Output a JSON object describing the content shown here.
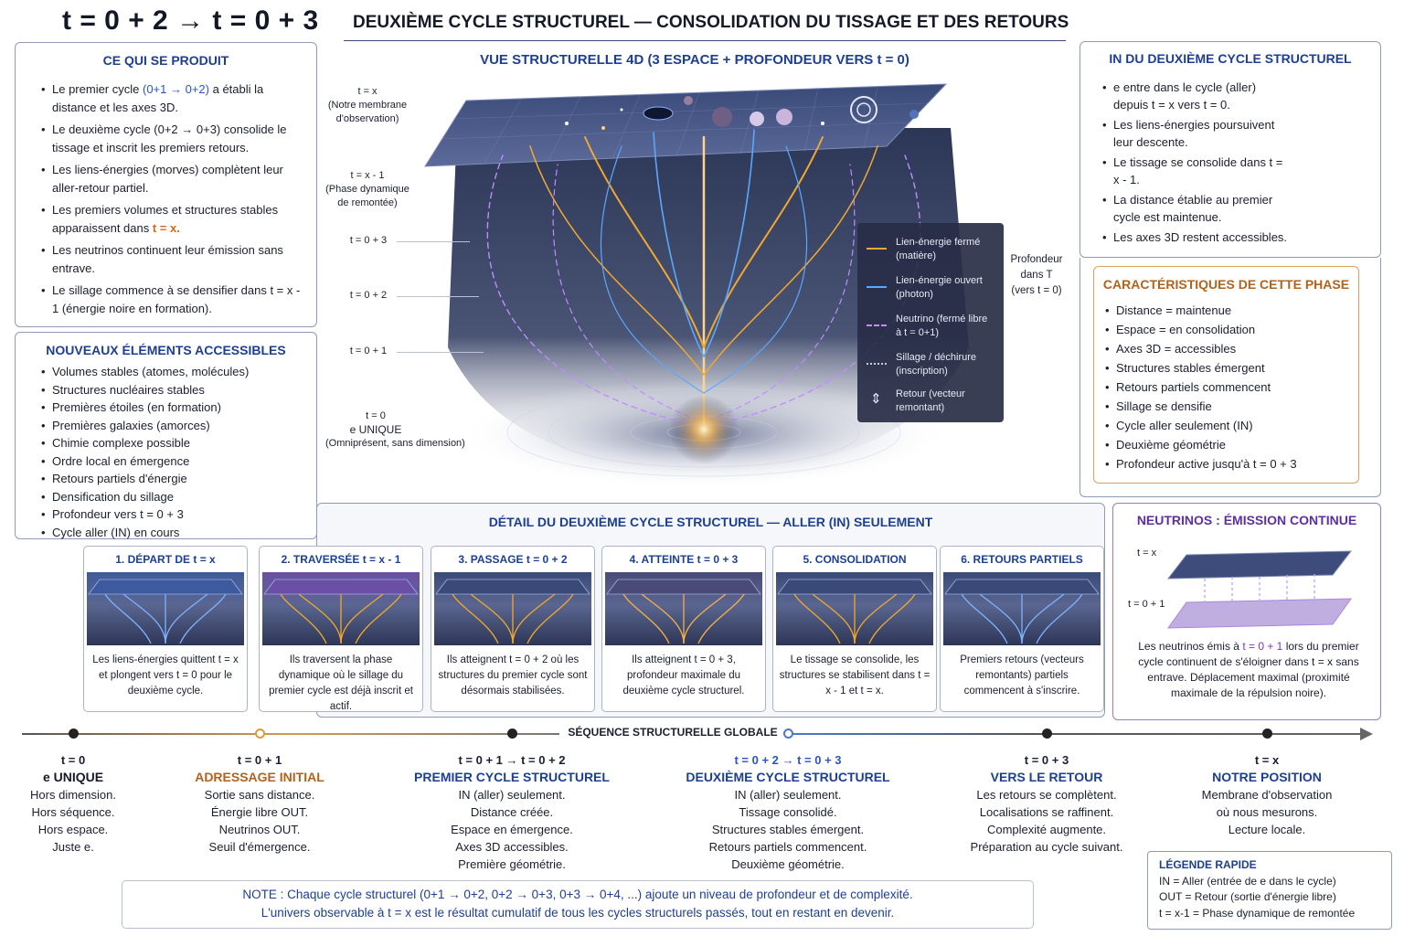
{
  "header": {
    "main": "t = 0 + 2  →  t = 0 + 3",
    "subtitle": "DEUXIÈME CYCLE STRUCTUREL — CONSOLIDATION DU TISSAGE ET DES RETOURS"
  },
  "left_top": {
    "title": "CE QUI SE PRODUIT",
    "items": [
      {
        "pre": "Le premier cycle ",
        "hl": "(0+1 → 0+2)",
        "post": " a établi la distance et les axes 3D."
      },
      {
        "pre": "Le deuxième cycle (0+2 → 0+3) consolide le tissage et inscrit les premiers retours.",
        "hl": "",
        "post": ""
      },
      {
        "pre": "Les liens-énergies (morves) complètent leur aller-retour partiel.",
        "hl": "",
        "post": ""
      },
      {
        "pre": "Les premiers volumes et structures stables apparaissent dans ",
        "hl": "t = x.",
        "post": ""
      },
      {
        "pre": "Les neutrinos continuent leur émission sans entrave.",
        "hl": "",
        "post": ""
      },
      {
        "pre": "Le sillage commence à se densifier dans t = x - 1 (énergie noire en formation).",
        "hl": "",
        "post": ""
      }
    ]
  },
  "left_bottom": {
    "title": "NOUVEAUX ÉLÉMENTS ACCESSIBLES",
    "items": [
      "Volumes stables (atomes, molécules)",
      "Structures nucléaires stables",
      "Premières étoiles (en formation)",
      "Premières galaxies (amorces)",
      "Chimie complexe possible",
      "Ordre local en émergence",
      "Retours partiels d'énergie",
      "Densification du sillage",
      "Profondeur vers t = 0 + 3",
      "Cycle aller (IN) en cours"
    ]
  },
  "diagram": {
    "title": "VUE STRUCTURELLE 4D (3 ESPACE + PROFONDEUR VERS t = 0)",
    "levels": [
      {
        "name": "t = x",
        "sub1": "(Notre membrane",
        "sub2": "d'observation)"
      },
      {
        "name": "t = x - 1",
        "sub1": "(Phase dynamique",
        "sub2": "de remontée)"
      },
      {
        "name": "t = 0 + 3",
        "sub1": "",
        "sub2": ""
      },
      {
        "name": "t = 0 + 2",
        "sub1": "",
        "sub2": ""
      },
      {
        "name": "t = 0 + 1",
        "sub1": "",
        "sub2": ""
      },
      {
        "name": "t = 0",
        "sub1": "e UNIQUE",
        "sub2": "(Omniprésent, sans dimension)"
      }
    ],
    "depth_label_1": "Profondeur",
    "depth_label_2": "dans T",
    "depth_label_3": "(vers t = 0)",
    "legend": [
      {
        "l1": "Lien-énergie fermé",
        "l2": "(matière)",
        "color": "#f0a830"
      },
      {
        "l1": "Lien-énergie ouvert",
        "l2": "(photon)",
        "color": "#5aa8ff"
      },
      {
        "l1": "Neutrino (fermé libre",
        "l2": "à t = 0+1)",
        "color": "#c08cff"
      },
      {
        "l1": "Sillage / déchirure",
        "l2": "(inscription)",
        "color": "#c8cde0"
      },
      {
        "l1": "Retour (vecteur",
        "l2": "remontant)",
        "color": "#ffffff"
      }
    ]
  },
  "right_top": {
    "title": "IN DU DEUXIÈME CYCLE STRUCTUREL",
    "items": [
      {
        "text": "e entre dans le cycle (aller) depuis t = x vers t = 0."
      },
      {
        "text": "Les liens-énergies poursuivent leur descente."
      },
      {
        "text": "Le tissage se consolide dans t = x - 1."
      },
      {
        "text": "La distance établie au premier cycle est maintenue."
      },
      {
        "text": "Les axes 3D restent accessibles."
      }
    ]
  },
  "right_mid": {
    "title": "CARACTÉRISTIQUES DE CETTE PHASE",
    "items": [
      "Distance = maintenue",
      "Espace = en consolidation",
      "Axes 3D = accessibles",
      "Structures stables émergent",
      "Retours partiels commencent",
      "Sillage se densifie",
      "Cycle aller seulement (IN)",
      "Deuxième géométrie",
      "Profondeur active jusqu'à t = 0 + 3"
    ]
  },
  "neutrinos": {
    "title": "NEUTRINOS : ÉMISSION CONTINUE",
    "label_top": "t = x",
    "label_bottom": "t = 0 + 1",
    "desc_pre": "Les neutrinos émis à ",
    "desc_hl": "t = 0 + 1",
    "desc_post": " lors du premier cycle continuent de s'éloigner dans t = x sans entrave. Déplacement maximal (proximité maximale de la répulsion noire)."
  },
  "steps": {
    "title": "DÉTAIL DU DEUXIÈME CYCLE STRUCTUREL — ALLER (IN) SEULEMENT",
    "items": [
      {
        "title": "1. DÉPART DE t = x",
        "desc": "Les liens-énergies quittent t = x et plongent vers t = 0 pour le deuxième cycle."
      },
      {
        "title": "2. TRAVERSÉE t = x - 1",
        "desc": "Ils traversent la phase dynamique où le sillage du premier cycle est déjà inscrit et actif."
      },
      {
        "title": "3. PASSAGE t = 0 + 2",
        "desc": "Ils atteignent t = 0 + 2 où les structures du premier cycle sont désormais stabilisées."
      },
      {
        "title": "4. ATTEINTE t = 0 + 3",
        "desc": "Ils atteignent t = 0 + 3, profondeur maximale du deuxième cycle structurel."
      },
      {
        "title": "5. CONSOLIDATION",
        "desc": "Le tissage se consolide, les structures se stabilisent dans t = x - 1 et t = x."
      },
      {
        "title": "6. RETOURS PARTIELS",
        "desc": "Premiers retours (vecteurs remontants) partiels commencent à s'inscrire."
      }
    ]
  },
  "timeline": {
    "title": "SÉQUENCE STRUCTURELLE GLOBALE",
    "cols": [
      {
        "t": "t = 0",
        "name": "e UNIQUE",
        "lines": [
          "Hors dimension.",
          "Hors séquence.",
          "Hors espace.",
          "Juste e."
        ]
      },
      {
        "t": "t = 0 + 1",
        "name": "ADRESSAGE INITIAL",
        "lines": [
          "Sortie sans distance.",
          "Énergie libre OUT.",
          "Neutrinos OUT.",
          "Seuil d'émergence."
        ]
      },
      {
        "t": "t = 0 + 1 → t = 0 + 2",
        "name": "PREMIER CYCLE STRUCTUREL",
        "lines": [
          "IN (aller) seulement.",
          "Distance créée.",
          "Espace en émergence.",
          "Axes 3D accessibles.",
          "Première géométrie."
        ]
      },
      {
        "t": "t = 0 + 2 → t = 0 + 3",
        "name": "DEUXIÈME CYCLE STRUCTUREL",
        "lines": [
          "IN (aller) seulement.",
          "Tissage consolidé.",
          "Structures stables émergent.",
          "Retours partiels commencent.",
          "Deuxième géométrie."
        ]
      },
      {
        "t": "t = 0 + 3",
        "name": "VERS LE RETOUR",
        "lines": [
          "Les retours se complètent.",
          "Localisations se raffinent.",
          "Complexité augmente.",
          "Préparation au cycle suivant."
        ]
      },
      {
        "t": "t = x",
        "name": "NOTRE POSITION",
        "lines": [
          "Membrane d'observation",
          "où nous mesurons.",
          "Lecture locale."
        ]
      }
    ]
  },
  "note": {
    "l1": "NOTE : Chaque cycle structurel (0+1 → 0+2, 0+2 → 0+3, 0+3 → 0+4, ...) ajoute un niveau de profondeur et de complexité.",
    "l2": "L'univers observable à t = x est le résultat cumulatif de tous les cycles structurels passés, tout en restant en devenir."
  },
  "legend_rapide": {
    "title": "LÉGENDE RAPIDE",
    "l1": "IN = Aller (entrée de e dans le cycle)",
    "l2": "OUT = Retour (sortie d'énergie libre)",
    "l3": "t = x-1 = Phase dynamique de remontée"
  }
}
